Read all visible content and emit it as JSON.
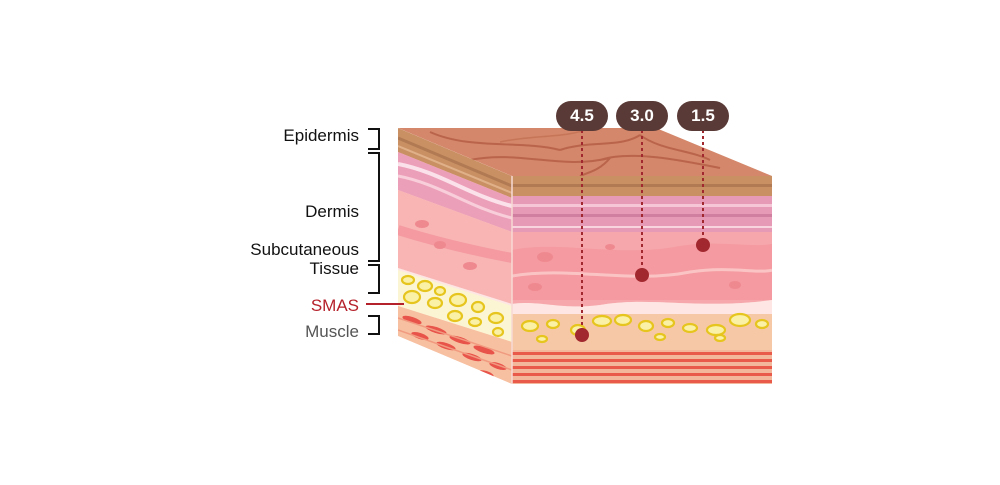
{
  "labels": {
    "epidermis": "Epidermis",
    "dermis": "Dermis",
    "subcutaneous_line1": "Subcutaneous",
    "subcutaneous_line2": "Tissue",
    "smas": "SMAS",
    "muscle": "Muscle"
  },
  "depth_markers": [
    {
      "label": "4.5"
    },
    {
      "label": "3.0"
    },
    {
      "label": "1.5"
    }
  ],
  "colors": {
    "text": "#111111",
    "smas": "#b5212b",
    "muscle_label": "#555555",
    "badge_bg": "#5a3a36",
    "marker_dot": "#a1282e",
    "epidermis_top": "#d98a6a",
    "dermis_pink": "#f2a5b0",
    "fat_yellow": "#f3dc3c",
    "muscle_red": "#e8534a"
  }
}
